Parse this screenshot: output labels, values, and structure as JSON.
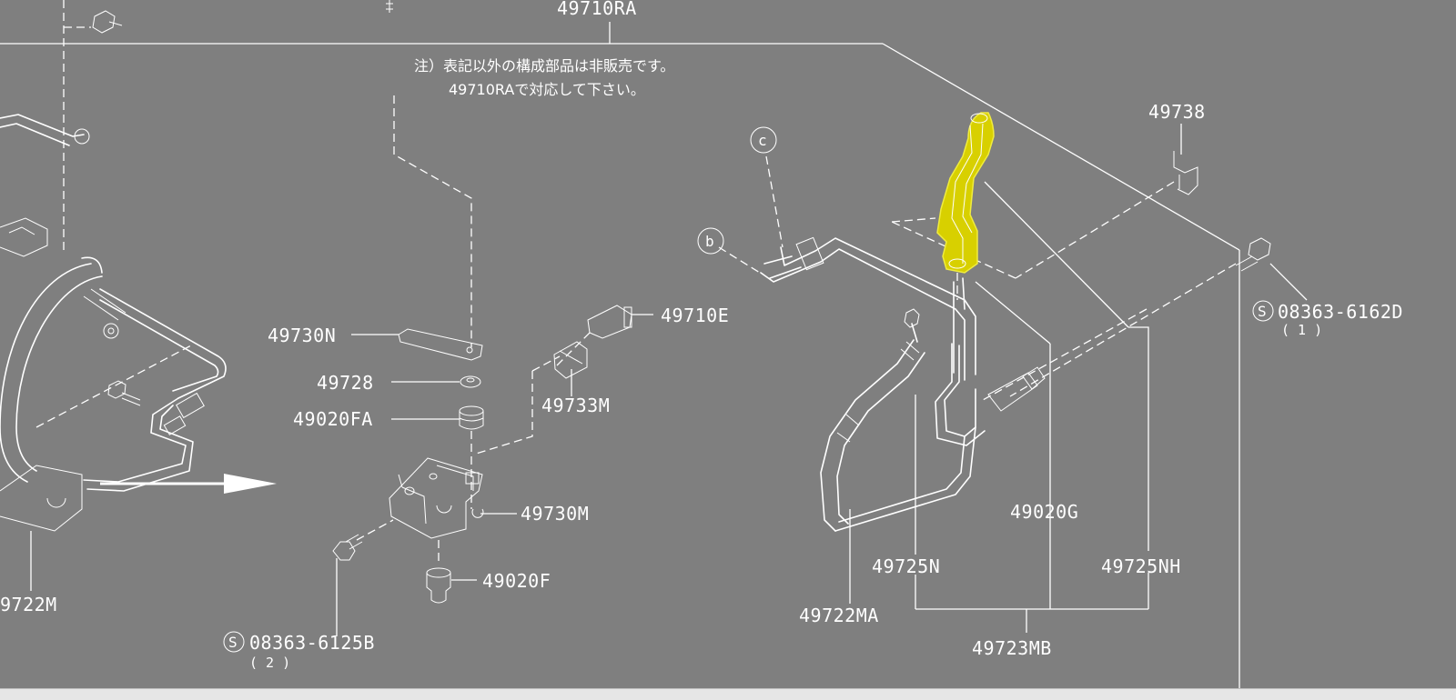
{
  "diagram": {
    "top_part": "49710RA",
    "note_line1": "注）表記以外の構成部品は非販売です。",
    "note_line2": "49710RAで対応して下さい。",
    "ref_c": "c",
    "ref_b": "b",
    "screw_s": "S",
    "parts": {
      "p49738": "49738",
      "p49710E": "49710E",
      "p49730N": "49730N",
      "p49728": "49728",
      "p49020FA": "49020FA",
      "p49733M": "49733M",
      "p49730M": "49730M",
      "p49020F": "49020F",
      "p49722M": "9722M",
      "p49020G": "49020G",
      "p49725N": "49725N",
      "p49725NH": "49725NH",
      "p49722MA": "49722MA",
      "p49723MB": "49723MB",
      "screw_right_code": "08363-6162D",
      "screw_right_qty": "( 1 )",
      "screw_left_code": "08363-6125B",
      "screw_left_qty": "( 2 )"
    },
    "highlight_color": "#d8d000"
  }
}
